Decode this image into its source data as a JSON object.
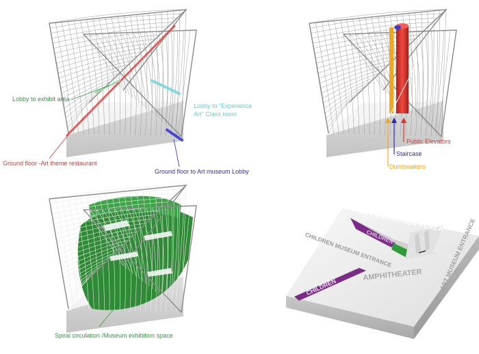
{
  "panels": {
    "top_left": {
      "labels": {
        "lobby_exhibit": "Lobby to exhibit area",
        "lobby_experience_1": "Lobby to \"Experience",
        "lobby_experience_2": "Art\" Class room",
        "ground_restaurant": "Ground floor -Art theme restaurant",
        "ground_museum": "Ground floor to Art museum Lobby"
      },
      "colors": {
        "lobby_exhibit": "#2e9a3a",
        "lobby_experience": "#5ecfd8",
        "ground_restaurant": "#d9332c",
        "ground_museum": "#2a2ab8"
      }
    },
    "top_right": {
      "labels": {
        "public_elevators": "Public Elevators",
        "staircase": "Staircase",
        "dumbwaiters": "Dumbwaiters"
      },
      "colors": {
        "public_elevators": "#d9332c",
        "staircase": "#2a2ab8",
        "dumbwaiters": "#f0a623"
      }
    },
    "bottom_left": {
      "labels": {
        "spiral": "Spiral circulation /Museum exhibition space"
      },
      "colors": {
        "spiral": "#2e9a3a"
      }
    },
    "bottom_right": {
      "labels": {
        "plaza": "ART EXHIBITION PLAZA",
        "children_entrance": "CHILDREN MUSEUM ENTRANCE",
        "art_entrance": "ART MUSEUM ENTRANCE",
        "amphitheater": "AMPHITHEATER",
        "children_slot": "CHILDREN",
        "children_ribbon": "CHILDREN"
      },
      "colors": {
        "slot": "#7a2c86",
        "green": "#2e9a3a"
      }
    }
  }
}
